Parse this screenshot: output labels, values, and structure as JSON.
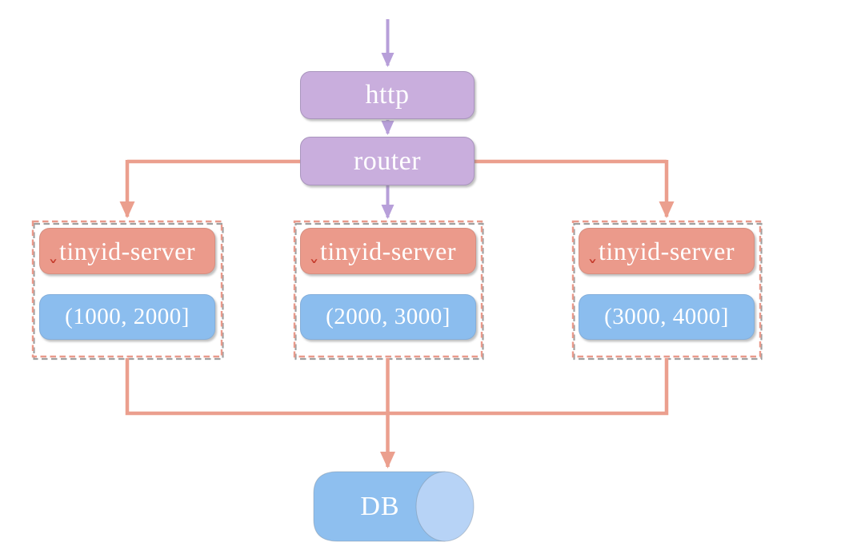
{
  "nodes": {
    "http": {
      "label": "http"
    },
    "router": {
      "label": "router"
    },
    "db": {
      "label": "DB"
    }
  },
  "groups": [
    {
      "server_label": "tinyid-server",
      "range": "(1000, 2000]"
    },
    {
      "server_label": "tinyid-server",
      "range": "(2000, 3000]"
    },
    {
      "server_label": "tinyid-server",
      "range": "(3000, 4000]"
    }
  ],
  "icons": {
    "spellcheck_caret": "ˇ"
  },
  "colors": {
    "canvas_bg": "#ffffff",
    "box_purple": "#c9aedd",
    "box_purple_border": "#a995bd",
    "line_purple": "#b79fd9",
    "box_salmon": "#eb9a8b",
    "box_blue": "#8bbdee",
    "line_salmon": "#eb9f8e",
    "dash_salmon": "#e99a8b",
    "dash_shadow": "#8f8f8f",
    "db_body": "#8ebfef",
    "db_cap": "#b7d3f6",
    "db_outline": "#7d8fa0",
    "text_white": "#ffffff",
    "caret_red": "#c53b2c"
  }
}
